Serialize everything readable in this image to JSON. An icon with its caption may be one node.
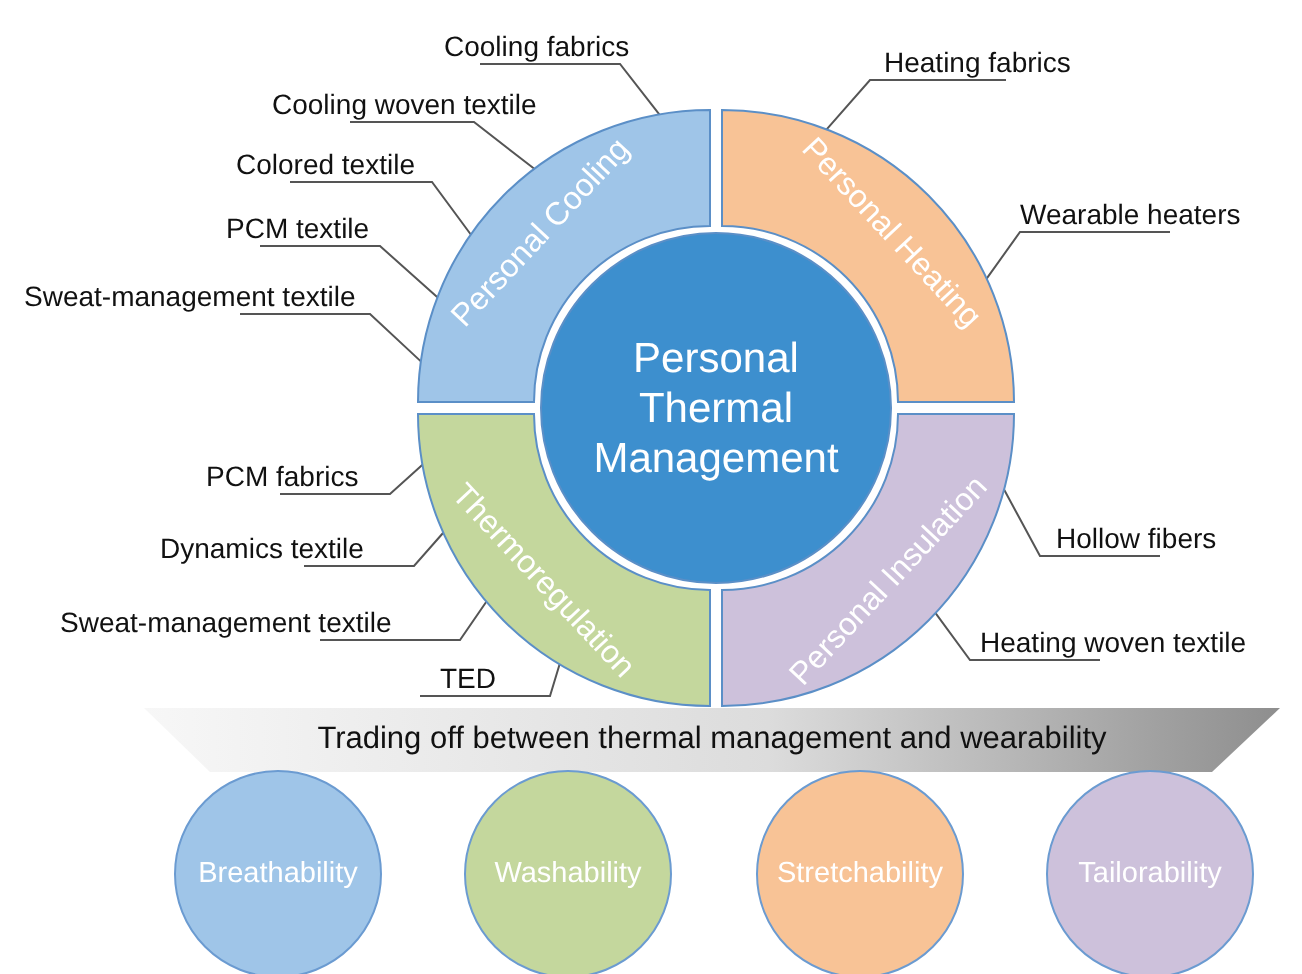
{
  "diagram": {
    "nodes": [
      {
        "text": [
          "Personal Thermal Management"
        ]
      },
      {
        "text": [
          "Personal Cooling"
        ]
      },
      {
        "text": [
          "Personal Heating"
        ]
      },
      {
        "text": [
          "Thermoregulation"
        ]
      },
      {
        "text": [
          "Personal Insulation"
        ]
      },
      {
        "text": [
          "Cooling fabrics"
        ]
      },
      {
        "text": [
          "Cooling woven textile"
        ]
      },
      {
        "text": [
          "Colored textile"
        ]
      },
      {
        "text": [
          "PCM textile"
        ]
      },
      {
        "text": [
          "Sweat-management textile"
        ]
      },
      {
        "text": [
          "Heating fabrics"
        ]
      },
      {
        "text": [
          "Wearable heaters"
        ]
      },
      {
        "text": [
          "PCM fabrics"
        ]
      },
      {
        "text": [
          "Dynamics textile"
        ]
      },
      {
        "text": [
          "Sweat-management textile"
        ]
      },
      {
        "text": [
          "TED"
        ]
      },
      {
        "text": [
          "Hollow fibers"
        ]
      },
      {
        "text": [
          "Heating woven textile"
        ]
      },
      {
        "text": [
          "Trading off between thermal management and wearability"
        ]
      },
      {
        "text": [
          "Breathability"
        ]
      },
      {
        "text": [
          "Washability"
        ]
      },
      {
        "text": [
          "Stretchability"
        ]
      },
      {
        "text": [
          "Tailorability"
        ]
      }
    ],
    "edges": [
      {
        "from": 5,
        "to": 1,
        "arrow": "none"
      },
      {
        "from": 6,
        "to": 1,
        "arrow": "none"
      },
      {
        "from": 7,
        "to": 1,
        "arrow": "none"
      },
      {
        "from": 8,
        "to": 1,
        "arrow": "none"
      },
      {
        "from": 9,
        "to": 1,
        "arrow": "none"
      },
      {
        "from": 10,
        "to": 2,
        "arrow": "none"
      },
      {
        "from": 11,
        "to": 2,
        "arrow": "none"
      },
      {
        "from": 12,
        "to": 3,
        "arrow": "none"
      },
      {
        "from": 13,
        "to": 3,
        "arrow": "none"
      },
      {
        "from": 14,
        "to": 3,
        "arrow": "none"
      },
      {
        "from": 15,
        "to": 3,
        "arrow": "none"
      },
      {
        "from": 16,
        "to": 4,
        "arrow": "none"
      },
      {
        "from": 17,
        "to": 4,
        "arrow": "none"
      }
    ]
  }
}
